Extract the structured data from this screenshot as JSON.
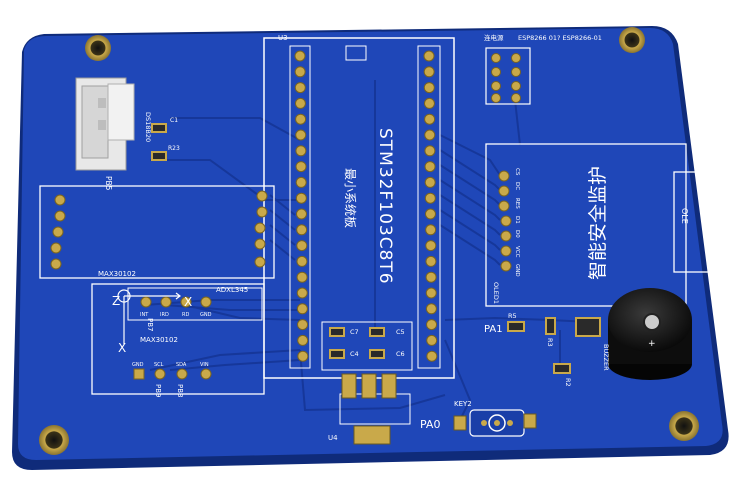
{
  "colors": {
    "board": "#1f47b8",
    "board_edge": "#0f2b7a",
    "trace": "#17389a",
    "silk": "#ffffff",
    "pad_gold": "#c9a94a",
    "hole": "#5a4a1a"
  },
  "labels": {
    "u3": "U3",
    "esp_header": "ESP8266 01? ESP8266-01",
    "esp_header_prefix": "连电源",
    "mcu_part": "STM32F103C8T6",
    "mcu_board": "最小系统板",
    "max30102_top": "MAX30102",
    "max30102_mid": "MAX30102",
    "adxl": "ADXL345",
    "adxl_pins": [
      "INT",
      "IRD",
      "RD",
      "GND"
    ],
    "sensor_pins": [
      "GND",
      "SCL",
      "SDA",
      "VIN"
    ],
    "pb7": "PB7",
    "pb8": "PB8",
    "pb9": "PB9",
    "pb5": "PB5",
    "axis_z": "Z",
    "axis_x": "X",
    "ds18b20": "DS18B20",
    "c1": "C1",
    "r23": "R23",
    "c7": "C7",
    "c5": "C5",
    "c4": "C4",
    "c6": "C6",
    "u4": "U4",
    "key2": "KEY2",
    "pa0": "PA0",
    "pa1": "PA1",
    "r5": "R5",
    "r3": "R3",
    "r2": "R2",
    "buzzer": "BUZZER",
    "oled1": "OLED1",
    "oled_pins": [
      "GND",
      "VCC",
      "D0",
      "D1",
      "RES",
      "DC",
      "CS"
    ],
    "title_cn": "智能安全监护",
    "oled_side": "OLE"
  }
}
